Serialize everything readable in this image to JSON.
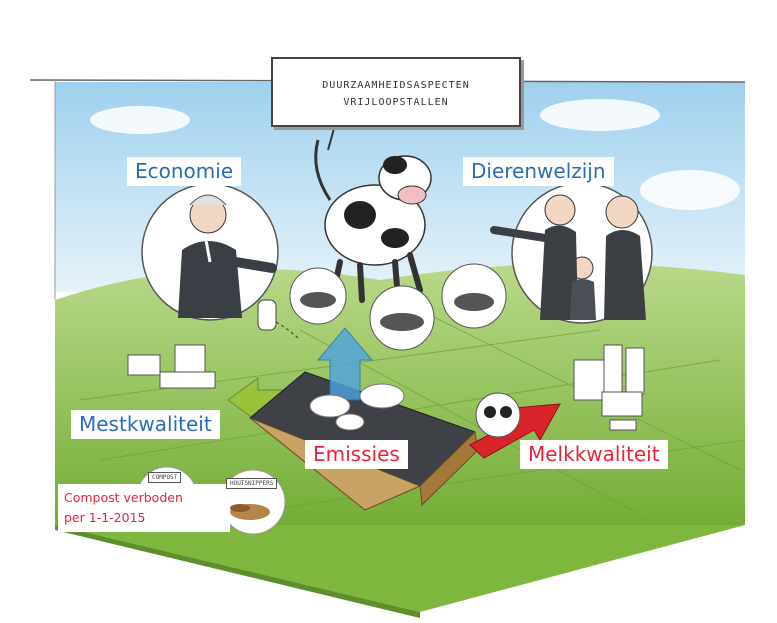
{
  "sign": {
    "line1": "DUURZAAMHEIDSASPECTEN",
    "line2": "VRIJLOOPSTALLEN"
  },
  "labels": {
    "economie": "Economie",
    "dierenwelzijn": "Dierenwelzijn",
    "mestkwaliteit": "Mestkwaliteit",
    "emissies": "Emissies",
    "melkkwaliteit": "Melkkwaliteit"
  },
  "note": {
    "line1": "Compost verboden",
    "line2": "per 1-1-2015"
  },
  "mini_signs": {
    "compost": "COMPOST",
    "houtsnippers": "HOUTSNIPPERS"
  },
  "colors": {
    "sky": "#bfe0f2",
    "grass": "#8fc248",
    "blue_label": "#2a6db5",
    "red_label": "#e8233a",
    "arrow_green": "#9bc23c",
    "arrow_red": "#d8232a",
    "arrow_blue": "#4ea3e0"
  }
}
